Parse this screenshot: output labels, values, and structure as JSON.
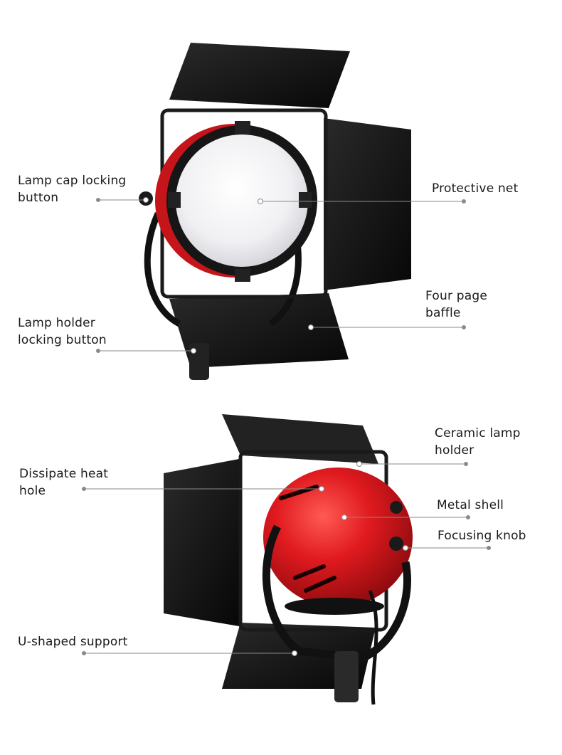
{
  "callouts": [
    {
      "id": "lamp-cap-locking-button",
      "line1": "Lamp cap locking",
      "line2": "button"
    },
    {
      "id": "protective-net",
      "line1": "Protective net",
      "line2": ""
    },
    {
      "id": "four-page-baffle",
      "line1": "Four page",
      "line2": "baffle"
    },
    {
      "id": "lamp-holder-locking-button",
      "line1": "Lamp holder",
      "line2": "locking button"
    },
    {
      "id": "ceramic-lamp-holder",
      "line1": "Ceramic lamp",
      "line2": "holder"
    },
    {
      "id": "dissipate-heat-hole",
      "line1": "Dissipate heat",
      "line2": "hole"
    },
    {
      "id": "metal-shell",
      "line1": "Metal shell",
      "line2": ""
    },
    {
      "id": "focusing-knob",
      "line1": "Focusing knob",
      "line2": ""
    },
    {
      "id": "u-shaped-support",
      "line1": "U-shaped support",
      "line2": ""
    }
  ],
  "colors": {
    "shell_red": "#d7161b",
    "barn_door": "#111111",
    "diffuser": "#f2f2f4",
    "leader_line": "#8a8a8a"
  }
}
